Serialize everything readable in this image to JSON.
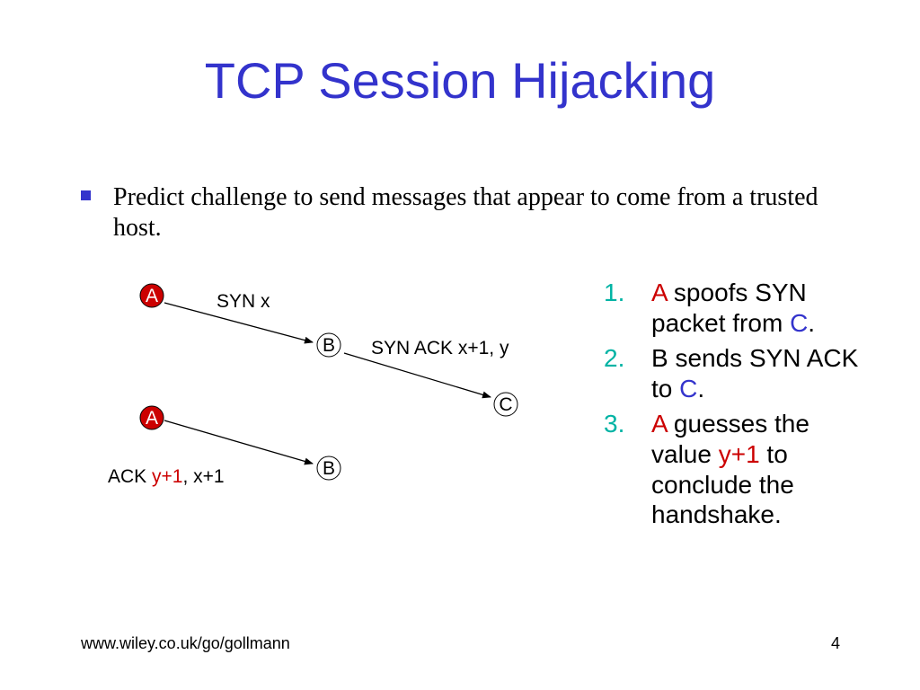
{
  "slide": {
    "title": "TCP Session Hijacking",
    "bullet": "Predict challenge to send messages that appear to come from a trusted host."
  },
  "diagram": {
    "row1": {
      "nodes": [
        "A",
        "B",
        "C"
      ],
      "msg1": "SYN x",
      "msg2": "SYN ACK x+1, y"
    },
    "row2": {
      "nodes": [
        "A",
        "B"
      ],
      "msg_prefix": "ACK ",
      "msg_highlight": "y+1",
      "msg_suffix": ", x+1"
    }
  },
  "steps": [
    {
      "num": "1.",
      "parts": [
        {
          "text": "A",
          "hl": "red"
        },
        {
          "text": " spoofs SYN packet from "
        },
        {
          "text": "C",
          "hl": "blue"
        },
        {
          "text": "."
        }
      ]
    },
    {
      "num": "2.",
      "parts": [
        {
          "text": "B sends SYN ACK to "
        },
        {
          "text": "C",
          "hl": "blue"
        },
        {
          "text": "."
        }
      ]
    },
    {
      "num": "3.",
      "parts": [
        {
          "text": "A",
          "hl": "red"
        },
        {
          "text": " guesses the value "
        },
        {
          "text": "y+1",
          "hl": "red"
        },
        {
          "text": " to conclude the handshake."
        }
      ]
    }
  ],
  "colors": {
    "title": "#3333cc",
    "accent_red": "#cc0000",
    "accent_blue": "#3333cc",
    "number": "#00b3a4"
  },
  "footer": {
    "url": "www.wiley.co.uk/go/gollmann",
    "page": "4"
  }
}
